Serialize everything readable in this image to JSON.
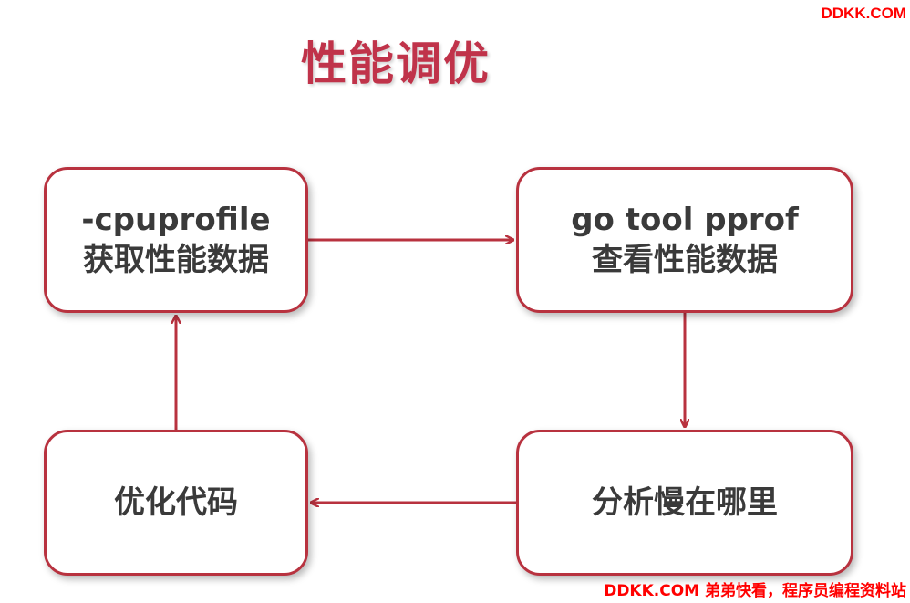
{
  "title": "性能调优",
  "watermark_top": "DDKK.COM",
  "watermark_bottom": "DDKK.COM 弟弟快看，程序员编程资料站",
  "nodes": [
    {
      "line1": "-cpuprofile",
      "line2": "获取性能数据"
    },
    {
      "line1": "go tool pprof",
      "line2": "查看性能数据"
    },
    {
      "line1": "分析慢在哪里"
    },
    {
      "line1": "优化代码"
    }
  ],
  "colors": {
    "accent": "#b8323f",
    "title": "#c0334a",
    "text": "#3a3a3a",
    "watermark": "#ff0000"
  }
}
